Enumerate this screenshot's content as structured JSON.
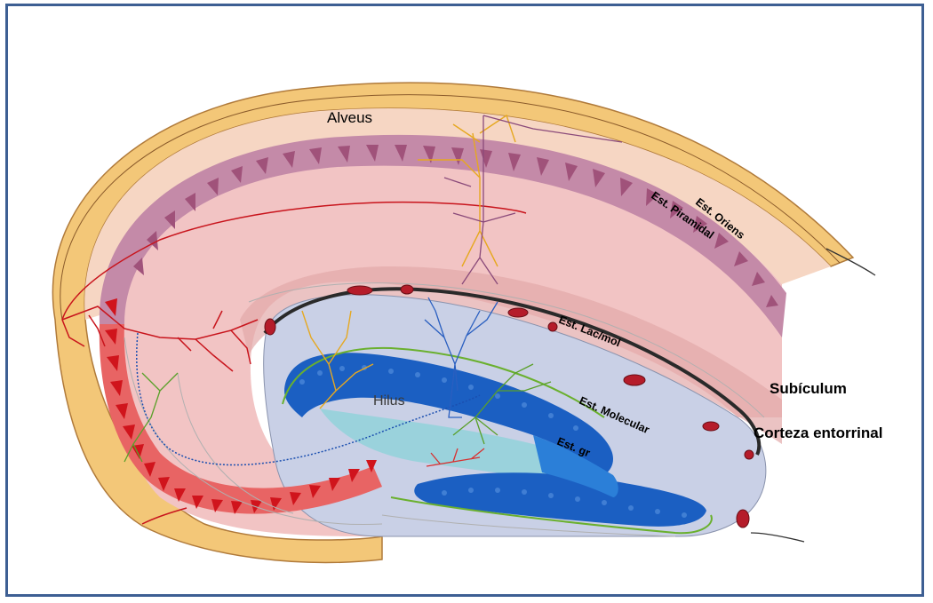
{
  "labels": {
    "alveus": "Alveus",
    "est_oriens": "Est. Oriens",
    "est_piramidal": "Est. Piramidal",
    "est_lac_mol": "Est. Lac/mol",
    "hilus": "Hilus",
    "est_molecular": "Est. Molecular",
    "est_gr": "Est. gr",
    "subiculum": "Subículum",
    "corteza_entorrinal": "Corteza entorrinal"
  },
  "colors": {
    "frame": "#3d5f93",
    "alveus": "#f3c778",
    "oriens": "#f6d6c3",
    "radiatum": "#f2c4c4",
    "pyramidal_cells": "#a0527a",
    "ca3_cells": "#d0141c",
    "dentate_region": "#c9d0e6",
    "granule_cells": "#1b5fc2",
    "inner_dentate": "#6cc4cf",
    "fissure": "#2a2a2a",
    "boundary_cells": "#b51c2a"
  }
}
